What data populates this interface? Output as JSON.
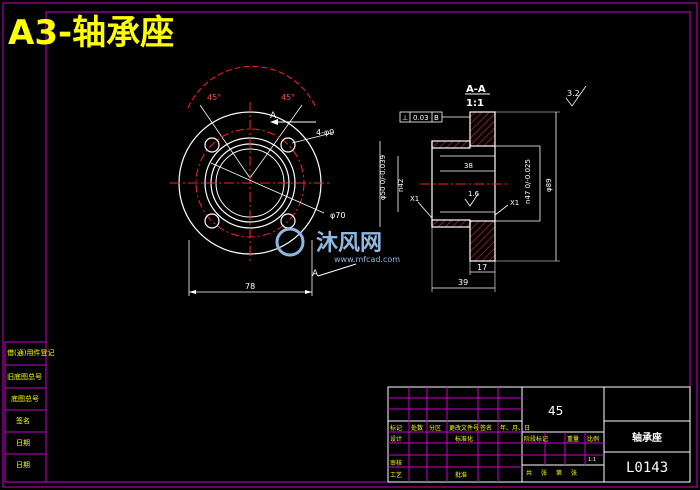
{
  "title": "A3-轴承座",
  "section_label": "A-A",
  "section_scale": "1:1",
  "view_arrow_label": "A",
  "dims": {
    "angle_left": "45°",
    "angle_right": "45°",
    "holes": "4-φ9",
    "bolt_circle": "φ70",
    "width_78": "78",
    "len_38": "38",
    "len_39": "39",
    "len_17": "17",
    "dia_42": "n42",
    "dia_50": "φ50 0/-0.039",
    "dia_47": "n47 0/-0.025",
    "dia_89": "φ89",
    "x1_left": "X1",
    "x1_right": "X1",
    "rough_16": "1.6",
    "rough_32": "3.2",
    "tol_frame_sym": "⊥",
    "tol_frame_val": "0.03",
    "tol_frame_ref": "B"
  },
  "watermark": {
    "brand": "沐风网",
    "url": "www.mfcad.com"
  },
  "side_table": {
    "rows": [
      "借(通)用件登记",
      "旧底图总号",
      "底图总号",
      "签名",
      "日期",
      "日期"
    ]
  },
  "title_block": {
    "part_name": "轴承座",
    "material": "45",
    "drawing_no": "L0143",
    "row_labels": [
      "标记",
      "处数",
      "分区",
      "更改文件号",
      "签名",
      "年、月、日"
    ],
    "designer_label": "设计",
    "standard_label": "标准化",
    "review_label": "审核",
    "craft_label": "工艺",
    "approve_label": "批准",
    "stage_labels": [
      "阶段标记",
      "重量",
      "比例"
    ],
    "sheet_labels": [
      "共",
      "张",
      "第",
      "张"
    ],
    "scale_value": "1:1"
  },
  "colors": {
    "background": "#000000",
    "frame": "#cc00cc",
    "geometry": "#ffffff",
    "center_line": "#ff2020",
    "hatch": "#ff3030",
    "dimension": "#ffffff",
    "title": "#ffff00",
    "label": "#ffff00",
    "watermark": "#8fb8e0"
  }
}
